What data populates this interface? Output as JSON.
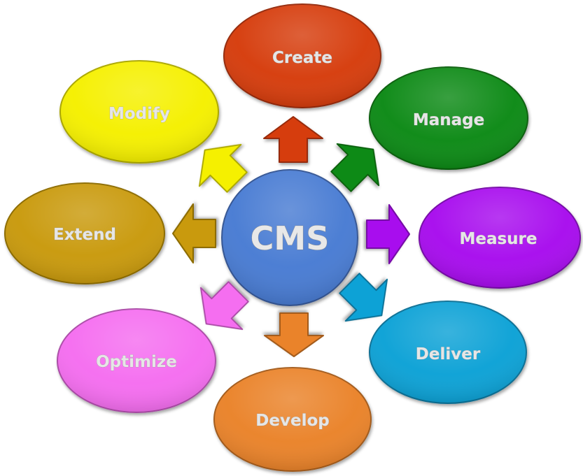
{
  "hub": {
    "label": "CMS",
    "color": "#4a7bd3"
  },
  "nodes": [
    {
      "id": "create",
      "label": "Create",
      "color": "#d63c0a"
    },
    {
      "id": "manage",
      "label": "Manage",
      "color": "#0a8a14"
    },
    {
      "id": "measure",
      "label": "Measure",
      "color": "#a80aee"
    },
    {
      "id": "deliver",
      "label": "Deliver",
      "color": "#11a2d6"
    },
    {
      "id": "develop",
      "label": "Develop",
      "color": "#ea832a"
    },
    {
      "id": "optimize",
      "label": "Optimize",
      "color": "#f56ef0"
    },
    {
      "id": "extend",
      "label": "Extend",
      "color": "#c99a08"
    },
    {
      "id": "modify",
      "label": "Modify",
      "color": "#f5f000"
    }
  ]
}
